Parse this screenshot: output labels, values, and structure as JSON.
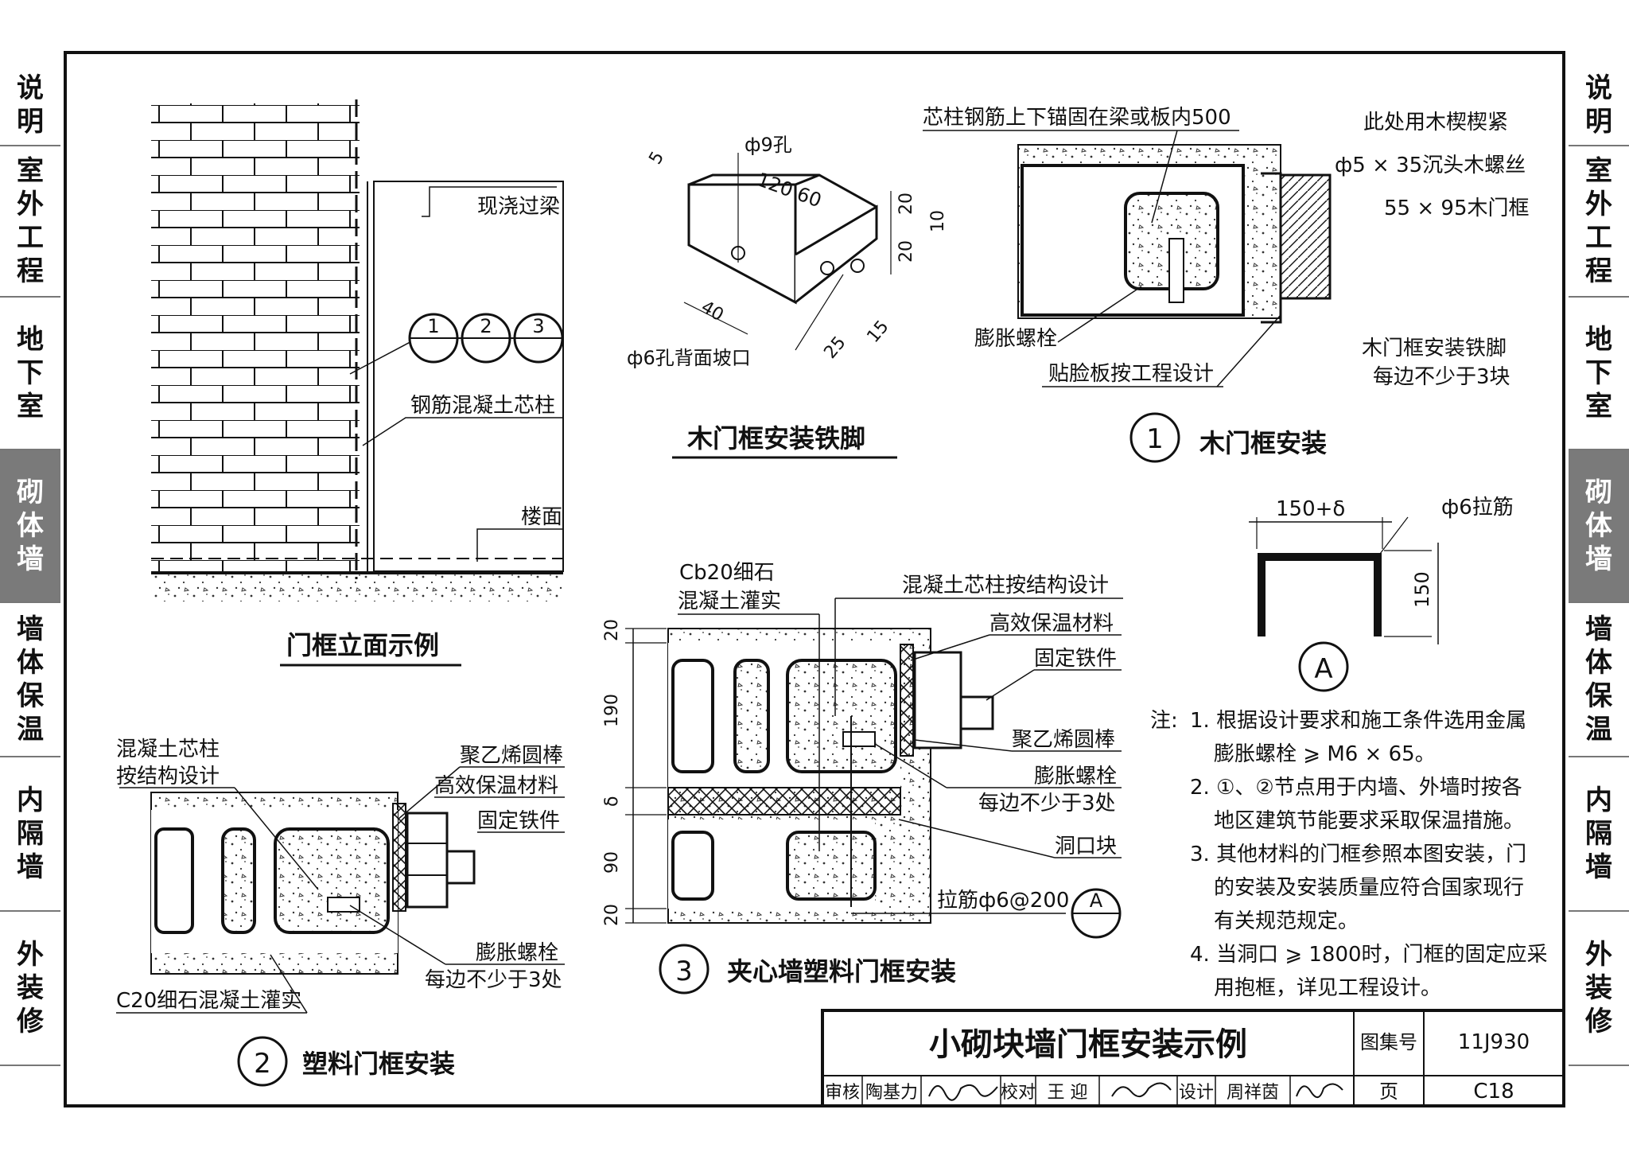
{
  "sidebar": {
    "tabs": [
      {
        "label": "说明",
        "active": false
      },
      {
        "label": "室外工程",
        "active": false
      },
      {
        "label": "地下室",
        "active": false
      },
      {
        "label": "砌体墙",
        "active": true
      },
      {
        "label": "墙体保温",
        "active": false
      },
      {
        "label": "内隔墙",
        "active": false
      },
      {
        "label": "外装修",
        "active": false
      }
    ]
  },
  "elevation": {
    "beam_label": "现浇过梁",
    "markers": [
      "1",
      "2",
      "3"
    ],
    "column_label": "钢筋混凝土芯柱",
    "floor_label": "楼面",
    "caption": "门框立面示例"
  },
  "iron_foot": {
    "dim_5": "5",
    "hole_9": "ф9孔",
    "dim_120_60": "120 60",
    "dim_20a": "20",
    "dim_10": "10",
    "dim_20b": "20",
    "dim_40": "40",
    "dim_25": "25",
    "dim_15": "15",
    "hole_6": "ф6孔背面坡口",
    "caption": "木门框安装铁脚"
  },
  "detail1": {
    "number": "1",
    "top_label": "芯柱钢筋上下锚固在梁或板内500",
    "wedge": "此处用木楔楔紧",
    "screw": "ф5 × 35沉头木螺丝",
    "frame": "55 × 95木门框",
    "bolt": "膨胀螺栓",
    "foot_line1": "木门框安装铁脚",
    "foot_line2": "每边不少于3块",
    "veneer": "贴脸板按工程设计",
    "caption": "木门框安装"
  },
  "detail2": {
    "number": "2",
    "core_line1": "混凝土芯柱",
    "core_line2": "按结构设计",
    "rod": "聚乙烯圆棒",
    "insul": "高效保温材料",
    "fixer": "固定铁件",
    "bolt": "膨胀螺栓",
    "bolt_qty": "每边不少于3处",
    "grout": "C20细石混凝土灌实",
    "caption": "塑料门框安装"
  },
  "detail3": {
    "number": "3",
    "cb_line1": "Cb20细石",
    "cb_line2": "混凝土灌实",
    "core": "混凝土芯柱按结构设计",
    "insul": "高效保温材料",
    "fixer": "固定铁件",
    "rod": "聚乙烯圆棒",
    "bolt": "膨胀螺栓",
    "bolt_qty": "每边不少于3处",
    "block": "洞口块",
    "tie": "拉筋ф6@200",
    "tie_ref": "A",
    "dims": [
      "20",
      "190",
      "δ",
      "90",
      "20"
    ],
    "caption": "夹心墙塑料门框安装"
  },
  "detailA": {
    "letter": "A",
    "width": "150+δ",
    "bar": "ф6拉筋",
    "height": "150"
  },
  "notes": {
    "title": "注:",
    "lines": [
      "1. 根据设计要求和施工条件选用金属",
      "膨胀螺栓 ⩾ M6 × 65。",
      "2. ①、②节点用于内墙、外墙时按各",
      "地区建筑节能要求采取保温措施。",
      "3. 其他材料的门框参照本图安装，门",
      "的安装及安装质量应符合国家现行",
      "有关规范规定。",
      "4. 当洞口 ⩾ 1800时，门框的固定应采",
      "用抱框，详见工程设计。"
    ]
  },
  "titleblock": {
    "title": "小砌块墙门框安装示例",
    "atlas_label": "图集号",
    "atlas_no": "11J930",
    "page_label": "页",
    "page_no": "C18",
    "review_label": "审核",
    "review_name": "陶基力",
    "check_label": "校对",
    "check_name": "王 迎",
    "design_label": "设计",
    "design_name": "周祥茵"
  }
}
